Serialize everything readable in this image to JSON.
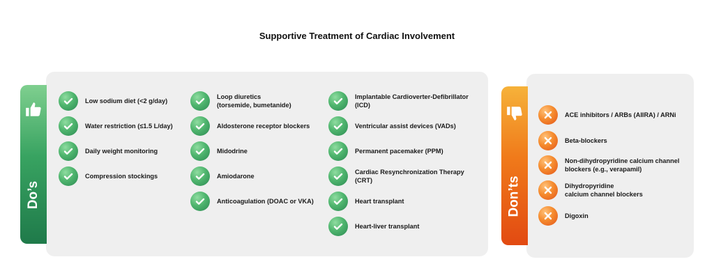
{
  "title": "Supportive Treatment of Cardiac Involvement",
  "dos": {
    "label": "Do’s",
    "icon": "thumbs-up-icon",
    "color": "#2e9a5c",
    "columns": [
      {
        "items": [
          {
            "line1": "Low sodium diet (<2 g/day)",
            "line2": ""
          },
          {
            "line1": "Water restriction (≤1.5 L/day)",
            "line2": ""
          },
          {
            "line1": "Daily weight monitoring",
            "line2": ""
          },
          {
            "line1": "Compression stockings",
            "line2": ""
          }
        ]
      },
      {
        "items": [
          {
            "line1": "Loop diuretics",
            "line2": "(torsemide, bumetanide)"
          },
          {
            "line1": "Aldosterone receptor blockers",
            "line2": ""
          },
          {
            "line1": "Midodrine",
            "line2": ""
          },
          {
            "line1": "Amiodarone",
            "line2": ""
          },
          {
            "line1": "Anticoagulation (DOAC or VKA)",
            "line2": ""
          }
        ]
      },
      {
        "items": [
          {
            "line1": "Implantable Cardioverter-Defibrillator",
            "line2": "(ICD)"
          },
          {
            "line1": "Ventricular assist devices (VADs)",
            "line2": ""
          },
          {
            "line1": "Permanent pacemaker (PPM)",
            "line2": ""
          },
          {
            "line1": "Cardiac Resynchronization Therapy",
            "line2": "(CRT)"
          },
          {
            "line1": "Heart transplant",
            "line2": ""
          },
          {
            "line1": "Heart-liver transplant",
            "line2": ""
          }
        ]
      }
    ]
  },
  "donts": {
    "label": "Don’ts",
    "icon": "thumbs-down-icon",
    "color": "#ef6a1c",
    "items": [
      {
        "line1": "ACE inhibitors / ARBs (AIIRA) / ARNi",
        "line2": ""
      },
      {
        "line1": "Beta-blockers",
        "line2": ""
      },
      {
        "line1": "Non-dihydropyridine calcium channel",
        "line2": "blockers (e.g., verapamil)"
      },
      {
        "line1": "Dihydropyridine",
        "line2": "calcium channel blockers"
      },
      {
        "line1": "Digoxin",
        "line2": ""
      }
    ]
  }
}
